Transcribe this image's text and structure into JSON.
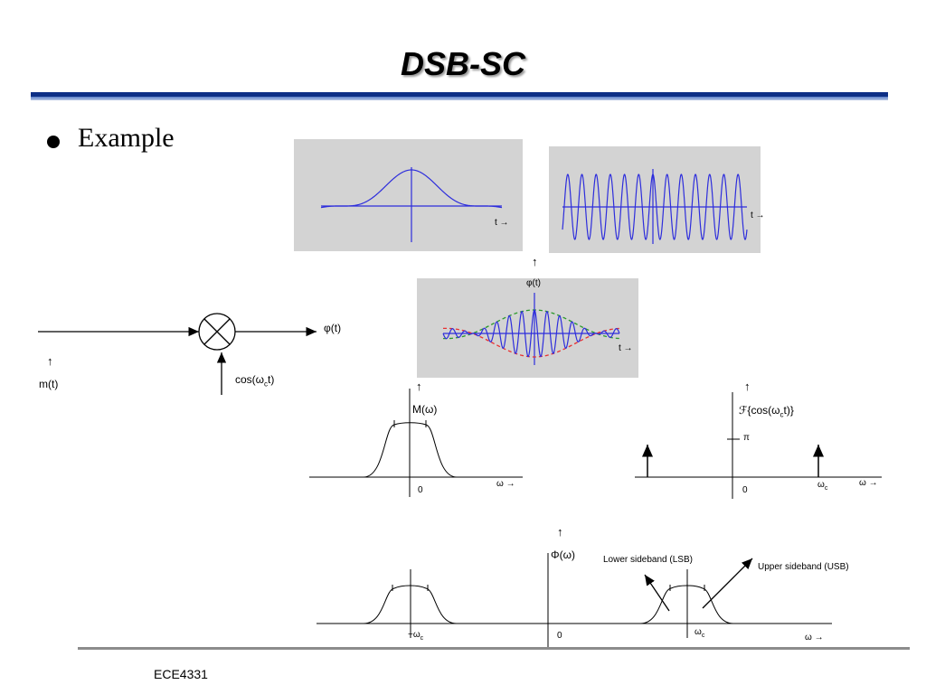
{
  "slide": {
    "title": "DSB-SC",
    "bullet": "Example",
    "footer": "ECE4331"
  },
  "colors": {
    "wave": "#2d2ddc",
    "panel": "#d3d3d3",
    "envelope_upper": "#2c9a2c",
    "envelope_lower": "#e83232",
    "title_bar": "#0d2f86"
  },
  "block_diagram": {
    "input_label": "m(t)",
    "carrier_label": "cos(ω",
    "carrier_sub": "c",
    "carrier_tail": "t)",
    "output_label": "φ(t)",
    "mixer_icon": "multiplier-icon"
  },
  "time_plots": {
    "message_axis": "t →",
    "carrier_axis": "t →",
    "modulated_label": "φ(t)",
    "modulated_axis": "t →"
  },
  "spectra": {
    "message_label": "M(ω)",
    "message_zero": "0",
    "message_axis": "ω →",
    "carrier_label": "ℱ{cos(ω",
    "carrier_sub": "c",
    "carrier_tail": "t)}",
    "carrier_pi": "π",
    "carrier_zero": "0",
    "carrier_wc": "ω",
    "carrier_wc_sub": "c",
    "carrier_axis": "ω →",
    "dsb_label": "Φ(ω)",
    "dsb_zero": "0",
    "dsb_neg_wc": "−ω",
    "dsb_neg_wc_sub": "c",
    "dsb_wc": "ω",
    "dsb_wc_sub": "c",
    "dsb_axis": "ω →",
    "lsb": "Lower sideband  (LSB)",
    "usb": "Upper sideband  (USB)"
  },
  "up_arrow": "↑"
}
